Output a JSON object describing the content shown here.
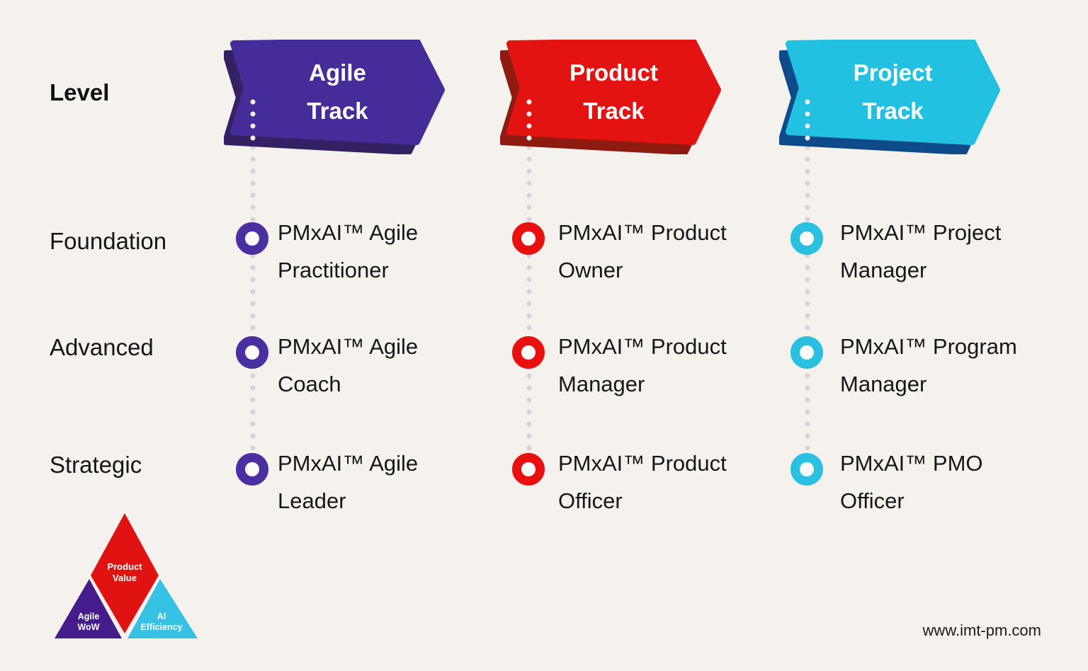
{
  "canvas": {
    "background_color": "#F5F1EC",
    "website_url": "www.imt-pm.com"
  },
  "level": {
    "header": "Level",
    "rows": [
      "Foundation",
      "Advanced",
      "Strategic"
    ]
  },
  "tracks": [
    {
      "name": "Agile Track",
      "title_line1": "Agile",
      "title_line2": "Track",
      "color": "#452C98",
      "shadow_color": "#342163",
      "certifications": [
        {
          "line1": "PMxAI™ Agile",
          "line2": "Practitioner"
        },
        {
          "line1": "PMxAI™ Agile",
          "line2": "Coach"
        },
        {
          "line1": "PMxAI™ Agile",
          "line2": "Leader"
        }
      ]
    },
    {
      "name": "Product Track",
      "title_line1": "Product",
      "title_line2": "Track",
      "color": "#E31312",
      "shadow_color": "#8E1B10",
      "certifications": [
        {
          "line1": "PMxAI™ Product",
          "line2": "Owner"
        },
        {
          "line1": "PMxAI™ Product",
          "line2": "Manager"
        },
        {
          "line1": "PMxAI™ Product",
          "line2": "Officer"
        }
      ]
    },
    {
      "name": "Project Track",
      "title_line1": "Project",
      "title_line2": "Track",
      "color": "#22C0E1",
      "shadow_color": "#0D4B8A",
      "certifications": [
        {
          "line1": "PMxAI™ Project",
          "line2": "Manager"
        },
        {
          "line1": "PMxAI™ Program",
          "line2": "Manager"
        },
        {
          "line1": "PMxAI™ PMO",
          "line2": "Officer"
        }
      ]
    }
  ],
  "logo": {
    "segments": [
      {
        "label_line1": "Product",
        "label_line2": "Value",
        "color": "#E01312"
      },
      {
        "label_line1": "Agile",
        "label_line2": "WoW",
        "color": "#451C8B"
      },
      {
        "label_line1": "AI",
        "label_line2": "Efficiency",
        "color": "#36C2E5"
      }
    ]
  }
}
